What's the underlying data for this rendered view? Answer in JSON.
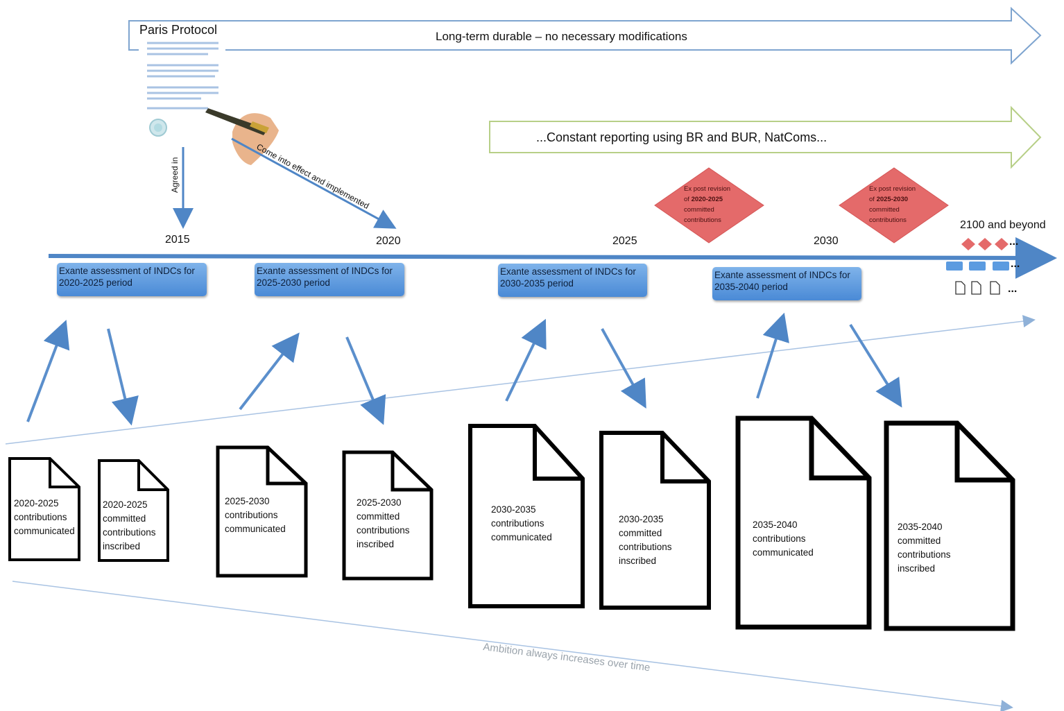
{
  "paris_protocol": {
    "title": "Paris Protocol"
  },
  "top_arrow": {
    "label": "Long-term durable – no necessary modifications"
  },
  "reporting_arrow": {
    "label": "...Constant reporting using BR and BUR, NatComs..."
  },
  "agreed_in_label": "Agreed in",
  "come_into_effect_label": "Come into effect and implemented",
  "years": [
    "2015",
    "2020",
    "2025",
    "2030"
  ],
  "beyond_label": "2100 and beyond",
  "ellipsis": "...",
  "exante_boxes": [
    {
      "line1": "Exante assessment of INDCs for",
      "line2": "2020-2025 period"
    },
    {
      "line1": "Exante assessment of INDCs for",
      "line2": "2025-2030 period"
    },
    {
      "line1": "Exante assessment of INDCs for",
      "line2": "2030-2035 period"
    },
    {
      "line1": "Exante assessment of INDCs for",
      "line2": "2035-2040 period"
    }
  ],
  "revisions": [
    {
      "line1": "Ex post revision",
      "line2_prefix": "of",
      "line2_bold": "2020-2025",
      "line3": "committed",
      "line4": "contributions"
    },
    {
      "line1": "Ex post revision",
      "line2_prefix": "of",
      "line2_bold": "2025-2030",
      "line3": "committed",
      "line4": "contributions"
    }
  ],
  "documents": [
    {
      "lines": [
        "2020-2025",
        "contributions",
        "communicated"
      ]
    },
    {
      "lines": [
        "2020-2025",
        "committed",
        "contributions",
        "inscribed"
      ]
    },
    {
      "lines": [
        "2025-2030",
        "contributions",
        "communicated"
      ]
    },
    {
      "lines": [
        "2025-2030",
        "committed",
        "contributions",
        "inscribed"
      ]
    },
    {
      "lines": [
        "2030-2035",
        "contributions",
        "communicated"
      ]
    },
    {
      "lines": [
        "2030-2035",
        "committed",
        "contributions",
        "inscribed"
      ]
    },
    {
      "lines": [
        "2035-2040",
        "contributions",
        "communicated"
      ]
    },
    {
      "lines": [
        "2035-2040",
        "committed",
        "contributions",
        "inscribed"
      ]
    }
  ],
  "ambition_label": "Ambition always increases over time",
  "colors": {
    "timeline_blue": "#4f86c6",
    "box_blue": "#5b9be0",
    "revision_red": "#e46a6a",
    "reporting_green": "#9bbb59",
    "top_arrow_blue": "#7ea4cf"
  }
}
